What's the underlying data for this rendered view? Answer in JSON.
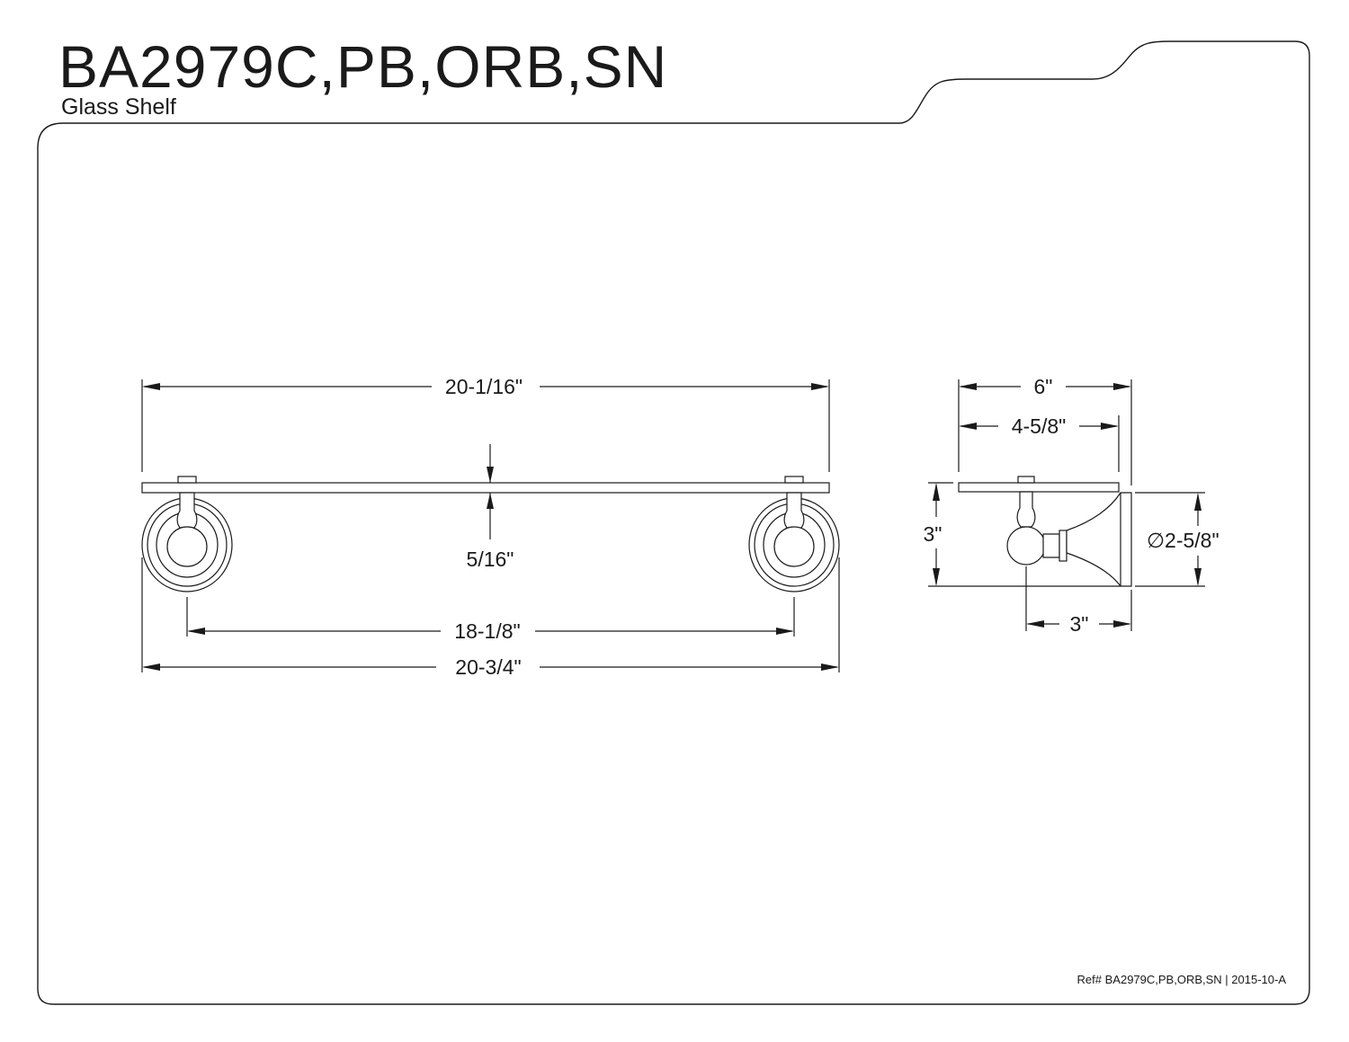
{
  "header": {
    "model": "BA2979C,PB,ORB,SN",
    "product": "Glass Shelf"
  },
  "front_view": {
    "overall_glass_width": "20-1/16\"",
    "glass_thickness": "5/16\"",
    "bracket_center_spacing": "18-1/8\"",
    "overall_width": "20-3/4\""
  },
  "side_view": {
    "depth_overall": "6\"",
    "depth_glass": "4-5/8\"",
    "height": "3\"",
    "flange_diameter": "∅2-5/8\"",
    "projection": "3\""
  },
  "footer": {
    "reference": "Ref# BA2979C,PB,ORB,SN | 2015-10-A"
  }
}
